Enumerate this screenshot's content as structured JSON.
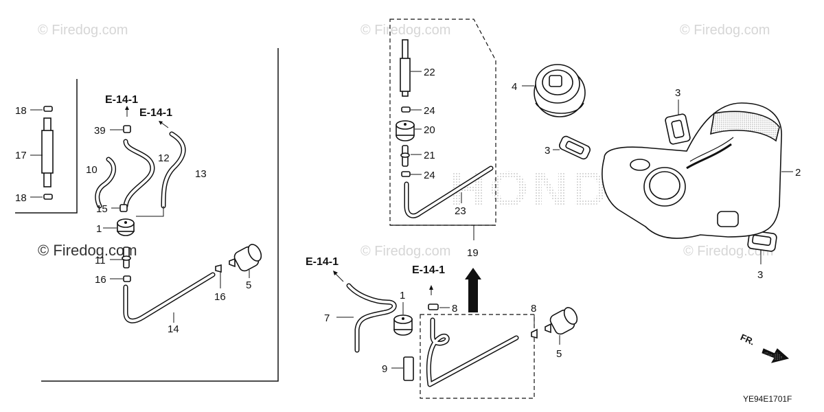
{
  "watermarks": [
    "© Firedog.com",
    "© Firedog.com",
    "© Firedog.com",
    "© Firedog.com",
    "© Firedog.com",
    "© Firedog.com"
  ],
  "reference_label": "E-14-1",
  "direction_label": "FR.",
  "diagram_code": "YE94E1701F",
  "brand_text": "HONDA",
  "callouts": {
    "c1a": "1",
    "c1b": "1",
    "c2": "2",
    "c3a": "3",
    "c3b": "3",
    "c3c": "3",
    "c4": "4",
    "c5a": "5",
    "c5b": "5",
    "c7": "7",
    "c8a": "8",
    "c8b": "8",
    "c9": "9",
    "c10": "10",
    "c11": "11",
    "c12": "12",
    "c13": "13",
    "c14": "14",
    "c15": "15",
    "c16a": "16",
    "c16b": "16",
    "c17": "17",
    "c18a": "18",
    "c18b": "18",
    "c19": "19",
    "c20": "20",
    "c21": "21",
    "c22": "22",
    "c23": "23",
    "c24a": "24",
    "c24b": "24",
    "c39": "39"
  }
}
